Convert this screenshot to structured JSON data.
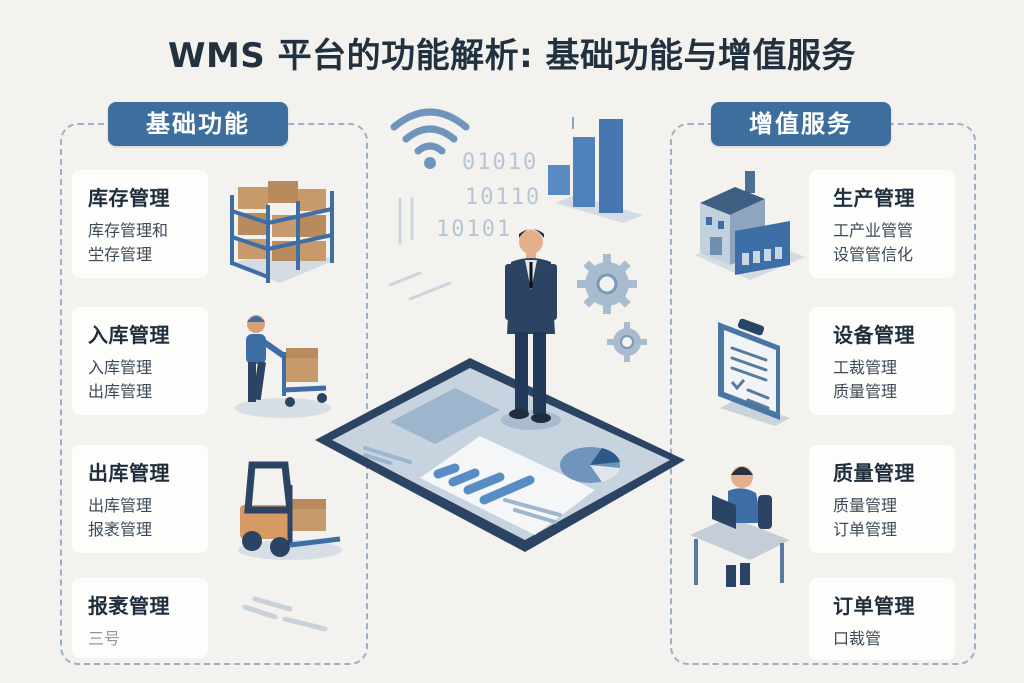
{
  "title": "WMS 平台的功能解析: 基础功能与增值服务",
  "left_section": {
    "label": "基础功能",
    "cards": [
      {
        "title": "库存管理",
        "lines": [
          "库存管理和",
          "坣存管理"
        ],
        "icon": "warehouse-shelf-boxes-icon"
      },
      {
        "title": "入库管理",
        "lines": [
          "入库管理",
          "出库管理"
        ],
        "icon": "worker-hand-truck-icon"
      },
      {
        "title": "出库管理",
        "lines": [
          "出库管理",
          "报袤管理"
        ],
        "icon": "forklift-icon"
      },
      {
        "title": "报袤管理",
        "lines": [
          "三号"
        ],
        "icon": "placeholder-lines-icon"
      }
    ]
  },
  "right_section": {
    "label": "增值服务",
    "cards": [
      {
        "title": "生产管理",
        "lines": [
          "工产业管管",
          "设管管信化"
        ],
        "icon": "factory-icon"
      },
      {
        "title": "设备管理",
        "lines": [
          "工裁管理",
          "质量管理"
        ],
        "icon": "clipboard-checklist-icon"
      },
      {
        "title": "质量管理",
        "lines": [
          "质量管理",
          "订单管理"
        ],
        "icon": "person-laptop-desk-icon"
      },
      {
        "title": "订单管理",
        "lines": [
          "口裁管"
        ],
        "icon": "desk-icon"
      }
    ]
  },
  "center": {
    "binary": [
      "01010",
      "10110",
      "10101"
    ],
    "icons": [
      "wifi-icon",
      "bar-chart-icon",
      "gear-icon",
      "businessman-icon",
      "tablet-dashboard-icon",
      "pie-chart-icon"
    ]
  },
  "colors": {
    "background": "#f3f2ef",
    "accent": "#3e6e9e",
    "navy": "#2b4463",
    "light_blue": "#8fb0cf",
    "box_brown": "#c79a6c"
  }
}
